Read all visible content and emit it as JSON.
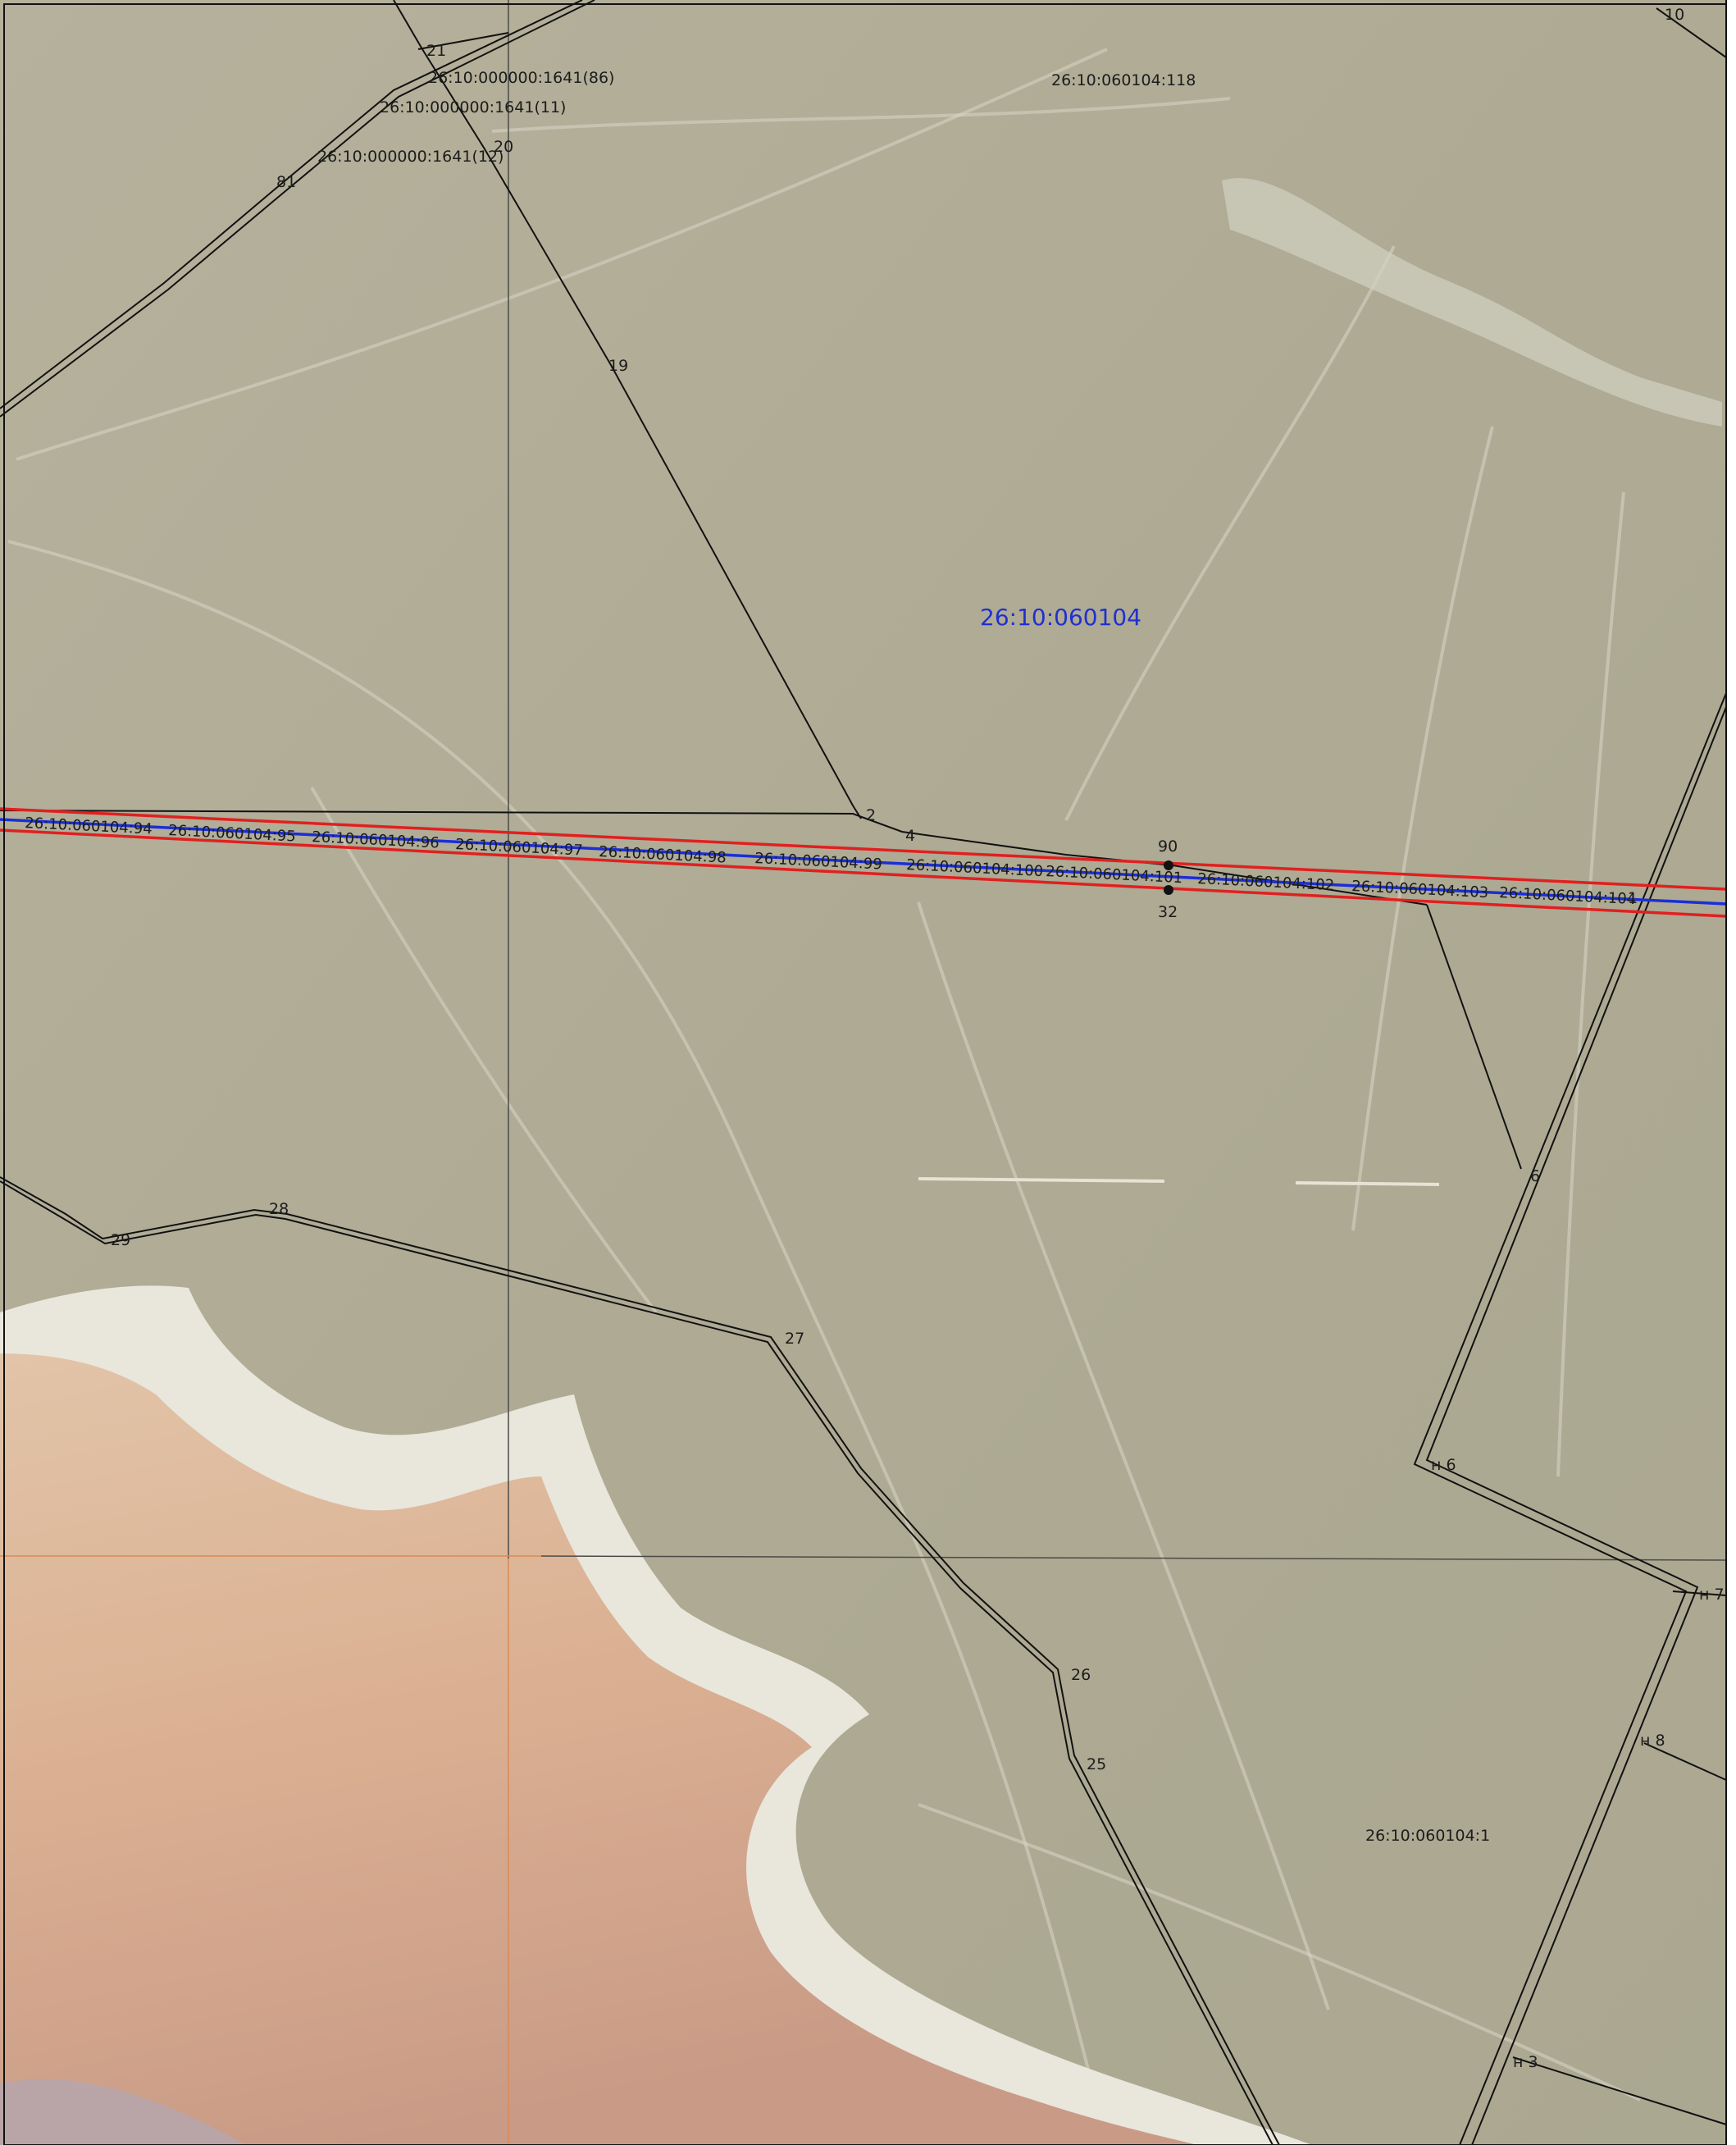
{
  "block_label": "26:10:060104",
  "parcel_labels": {
    "p118": "26:10:060104:118",
    "p1": "26:10:060104:1",
    "p86": "26:10:000000:1641(86)",
    "p11": "26:10:000000:1641(11)",
    "p12": "26:10:000000:1641(12)"
  },
  "corridor_labels": [
    "26:10:060104:94",
    "26:10:060104:95",
    "26:10:060104:96",
    "26:10:060104:97",
    "26:10:060104:98",
    "26:10:060104:99",
    "26:10:060104:100",
    "26:10:060104:101",
    "26:10:060104:102",
    "26:10:060104:103",
    "26:10:060104:104"
  ],
  "point_labels": {
    "p21": "21",
    "p20": "20",
    "p81": "81",
    "p19": "19",
    "p2": "2",
    "p4": "4",
    "p90": "90",
    "p32": "32",
    "p1": "1",
    "p6": "6",
    "pn6": "н 6",
    "pn7": "н 7",
    "pn8": "н 8",
    "pn3": "н 3",
    "p29": "29",
    "p28": "28",
    "p27": "27",
    "p26": "26",
    "p25": "25",
    "p10": "10"
  },
  "colors": {
    "terrain": "#b1ad97",
    "salt_flat": "#e9e6dc",
    "lakebed": "#dcb394",
    "corridor_edge": "#e02020",
    "corridor_axis": "#1a2fd6",
    "boundary": "#111111",
    "block_label": "#2030d0"
  }
}
